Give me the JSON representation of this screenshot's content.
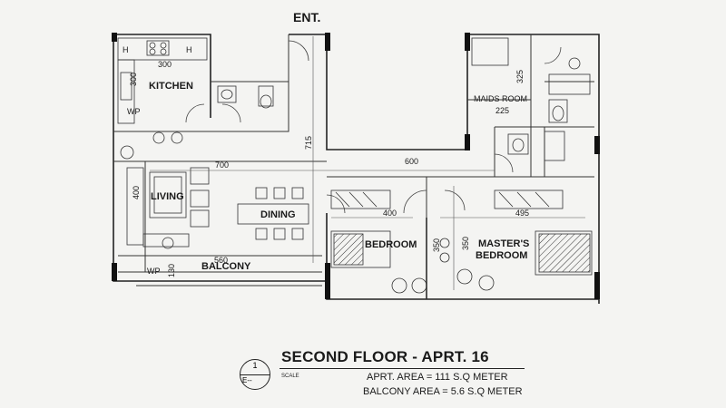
{
  "entrance_label": "ENT.",
  "rooms": {
    "kitchen": "KITCHEN",
    "living": "LIVING",
    "dining": "DINING",
    "balcony": "BALCONY",
    "bedroom": "BEDROOM",
    "master_line1": "MASTER'S",
    "master_line2": "BEDROOM",
    "maids": "MAIDS ROOM"
  },
  "fixtures": {
    "heater_1": "H",
    "heater_2": "H",
    "washing_point_1": "WP",
    "washing_point_2": "WP"
  },
  "dimensions": {
    "kitchen_width": "300",
    "kitchen_depth": "300",
    "living_span": "700",
    "corridor": "600",
    "shaft_height": "715",
    "living_depth": "400",
    "bedroom_width": "400",
    "bedroom_depth": "350",
    "master_width": "495",
    "master_depth": "350",
    "balcony_width": "560",
    "balcony_depth": "130",
    "maids_width": "225",
    "maids_depth": "325"
  },
  "title_block": {
    "drawing_number": "1",
    "sheet_ref": "E--",
    "scale_label": "SCALE",
    "title": "SECOND FLOOR - APRT. 16",
    "apartment_area": "APRT. AREA = 111  S.Q METER",
    "balcony_area": "BALCONY AREA = 5.6  S.Q METER"
  }
}
